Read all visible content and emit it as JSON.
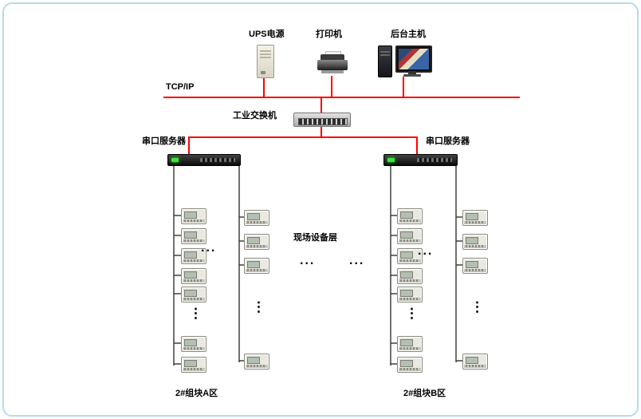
{
  "panel": {
    "background": "#ffffff",
    "border_color": "#b5dbe7"
  },
  "colors": {
    "network_line": "#ff0000",
    "bus_line": "#333333",
    "led_green": "#39e639"
  },
  "nodes": {
    "ups_label": "UPS电源",
    "printer_label": "打印机",
    "host_label": "后台主机",
    "tcpip_label": "TCP/IP",
    "switch_label": "工业交换机",
    "serial_server_a_label": "串口服务器",
    "serial_server_b_label": "串口服务器",
    "field_layer_label": "现场设备层",
    "zone_a_label": "2#组块A区",
    "zone_b_label": "2#组块B区"
  },
  "ellipsis": {
    "horizontal": "...",
    "vertical": "⋮"
  }
}
